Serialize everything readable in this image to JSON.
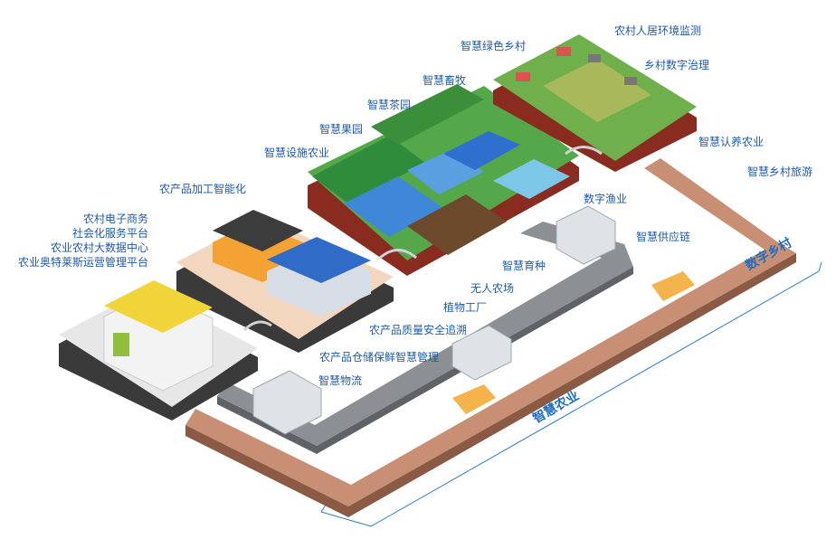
{
  "labels": {
    "smart_green_village": "智慧绿色乡村",
    "rural_env_monitor": "农村人居环境监测",
    "village_digital_gov": "乡村数字治理",
    "smart_livestock": "智慧畜牧",
    "smart_tea": "智慧茶园",
    "smart_orchard": "智慧果园",
    "smart_greenhouse": "智慧设施农业",
    "agri_processing": "农产品加工智能化",
    "ecommerce": "农村电子商务",
    "social_service": "社会化服务平台",
    "big_data_center": "农业农村大数据中心",
    "outlet_platform": "农业奥特莱斯运营管理平台",
    "smart_adoption": "智慧认养农业",
    "smart_tourism": "智慧乡村旅游",
    "digital_fishery": "数字渔业",
    "smart_supply_chain": "智慧供应链",
    "smart_breeding": "智慧育种",
    "unmanned_farm": "无人农场",
    "plant_factory": "植物工厂",
    "quality_trace": "农产品质量安全追溯",
    "warehouse_mgmt": "农产品仓储保鲜智慧管理",
    "smart_logistics": "智慧物流"
  },
  "road_labels": {
    "digital_village": "数字乡村",
    "smart_agriculture": "智慧农业"
  },
  "colors": {
    "label_blue": "#1f5aa6",
    "road_brown": "#c98f74",
    "road_gray": "#8c8f93",
    "grass": "#4aa84b",
    "soil": "#8a2b20"
  }
}
